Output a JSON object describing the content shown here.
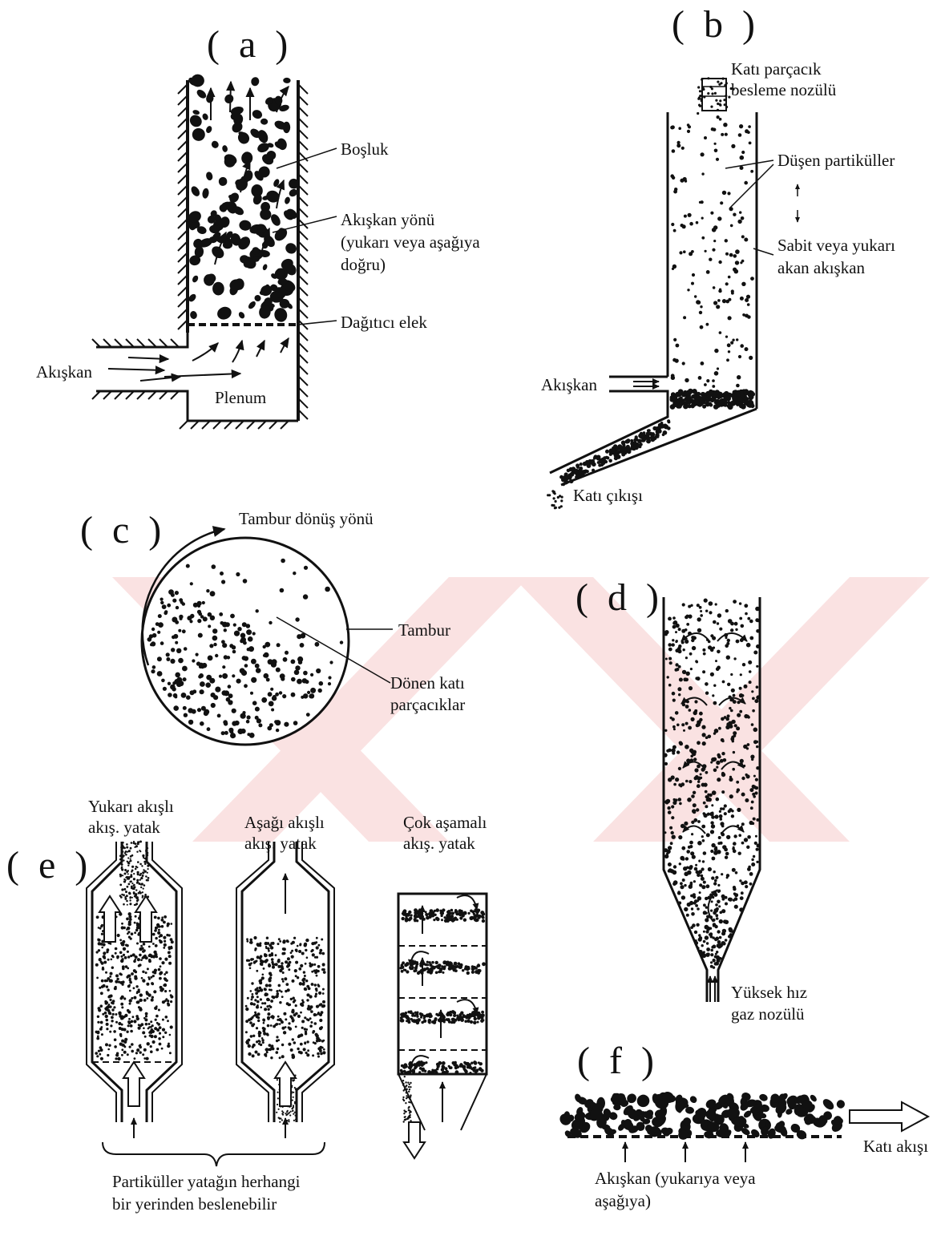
{
  "panels": {
    "a": {
      "letter": "( a )",
      "bosluk": "Boşluk",
      "akiskan_yonu_1": "Akışkan yönü",
      "akiskan_yonu_2": "(yukarı veya aşağıya",
      "akiskan_yonu_3": "doğru)",
      "dagitici_elek": "Dağıtıcı elek",
      "akiskan": "Akışkan",
      "plenum": "Plenum"
    },
    "b": {
      "letter": "( b )",
      "besleme_1": "Katı parçacık",
      "besleme_2": "besleme nozülü",
      "dusen": "Düşen partiküller",
      "sabit_1": "Sabit veya yukarı",
      "sabit_2": "akan akışkan",
      "akiskan": "Akışkan",
      "kati_cikisi": "Katı çıkışı"
    },
    "c": {
      "letter": "( c )",
      "donus": "Tambur dönüş yönü",
      "tambur": "Tambur",
      "donen_1": "Dönen katı",
      "donen_2": "parçacıklar"
    },
    "d": {
      "letter": "( d )",
      "nozul_1": "Yüksek hız",
      "nozul_2": "gaz nozülü"
    },
    "e": {
      "letter": "( e )",
      "yukari_1": "Yukarı akışlı",
      "yukari_2": "akış. yatak",
      "asagi_1": "Aşağı akışlı",
      "asagi_2": "akış. yatak",
      "cok_1": "Çok aşamalı",
      "cok_2": "akış. yatak",
      "note_1": "Partiküller yatağın herhangi",
      "note_2": "bir yerinden beslenebilir"
    },
    "f": {
      "letter": "( f )",
      "kati_akisi": "Katı akışı",
      "akiskan_1": "Akışkan (yukarıya veya",
      "akiskan_2": "aşağıya)"
    }
  },
  "colors": {
    "ink": "#111111",
    "watermark": "#f6cccc"
  }
}
